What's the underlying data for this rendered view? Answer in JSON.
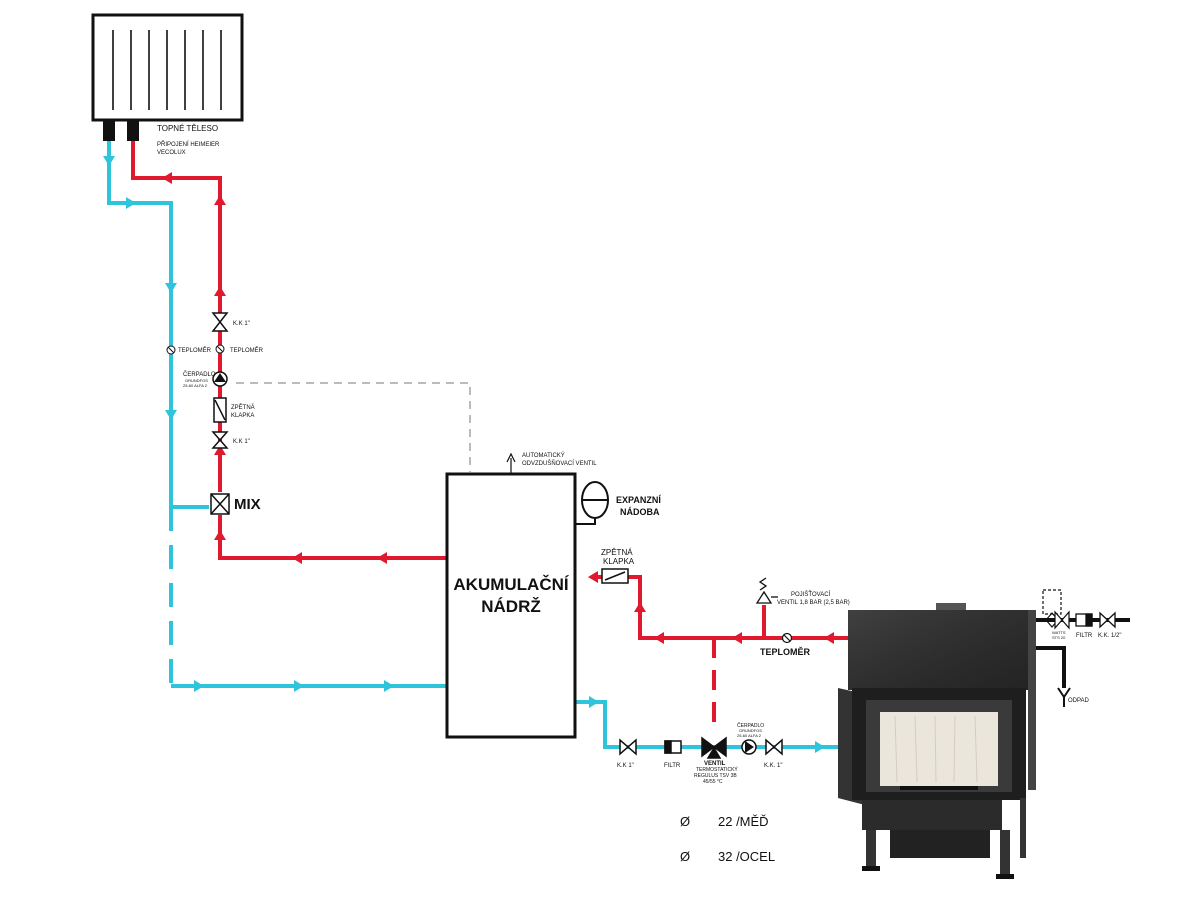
{
  "colors": {
    "hot": "#e0192f",
    "cold": "#2ec4dc",
    "line": "#111111",
    "dashed_gray": "#bbbbbb"
  },
  "radiator": {
    "label": "TOPNÉ TĚLESO",
    "connection_line1": "PŘIPOJENÍ HEIMEIER",
    "connection_line2": "VECOLUX"
  },
  "left_branch": {
    "kk_top": "K.K 1\"",
    "thermometer_left": "TEPLOMĚR",
    "thermometer_right": "TEPLOMĚR",
    "pump_line1": "ČERPADLO",
    "pump_line2": "GRUNDFOS",
    "pump_line3": "25-60 ALFA 2",
    "check_valve_line1": "ZPĚTNÁ",
    "check_valve_line2": "KLAPKA",
    "kk_bottom": "K.K 1\"",
    "mix": "MIX"
  },
  "tank": {
    "line1": "AKUMULAČNÍ",
    "line2": "NÁDRŽ",
    "air_vent_line1": "AUTOMATICKÝ",
    "air_vent_line2": "ODVZDUŠŇOVACÍ VENTIL",
    "expansion_line1": "EXPANZNÍ",
    "expansion_line2": "NÁDOBA",
    "check_valve_line1": "ZPĚTNÁ",
    "check_valve_line2": "KLAPKA"
  },
  "fireplace_loop": {
    "safety_line1": "POJIŠŤOVACÍ",
    "safety_line2": "VENTIL 1,8 BAR (2,5 BAR)",
    "thermometer": "TEPLOMĚR",
    "kk_left": "K.K 1\"",
    "filter": "FILTR",
    "valve_line1": "VENTIL",
    "valve_line2": "TERMOSTATICKÝ",
    "valve_line3": "REGULUS TSV 3B",
    "valve_line4": "45/55 °C",
    "pump_line1": "ČERPADLO",
    "pump_line2": "GRUNDFOS",
    "pump_line3": "25-60 ALFA 2",
    "kk_right": "K.K. 1\""
  },
  "right_side": {
    "watts_line1": "WATTS",
    "watts_line2": "STS 20",
    "filter": "FILTR",
    "kk": "K.K. 1/2\"",
    "drain": "ODPAD"
  },
  "legend": {
    "symbol": "Ø",
    "item1": "22 /MĚĎ",
    "item2": "32 /OCEL"
  }
}
